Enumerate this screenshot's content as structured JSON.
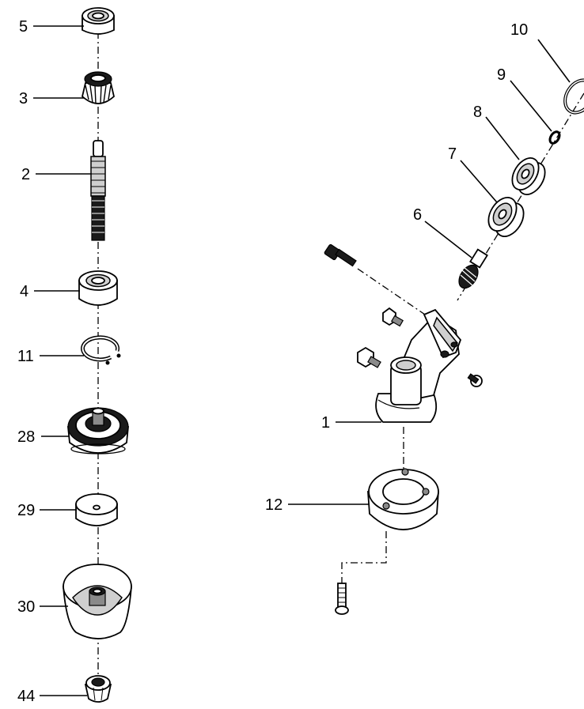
{
  "diagram": {
    "callouts": [
      {
        "id": "c5",
        "text": "5"
      },
      {
        "id": "c3",
        "text": "3"
      },
      {
        "id": "c2",
        "text": "2"
      },
      {
        "id": "c4",
        "text": "4"
      },
      {
        "id": "c11",
        "text": "11"
      },
      {
        "id": "c28",
        "text": "28"
      },
      {
        "id": "c29",
        "text": "29"
      },
      {
        "id": "c30",
        "text": "30"
      },
      {
        "id": "c44",
        "text": "44"
      },
      {
        "id": "c10",
        "text": "10"
      },
      {
        "id": "c9",
        "text": "9"
      },
      {
        "id": "c8",
        "text": "8"
      },
      {
        "id": "c7",
        "text": "7"
      },
      {
        "id": "c6",
        "text": "6"
      },
      {
        "id": "c1",
        "text": "1"
      },
      {
        "id": "c12",
        "text": "12"
      }
    ]
  }
}
